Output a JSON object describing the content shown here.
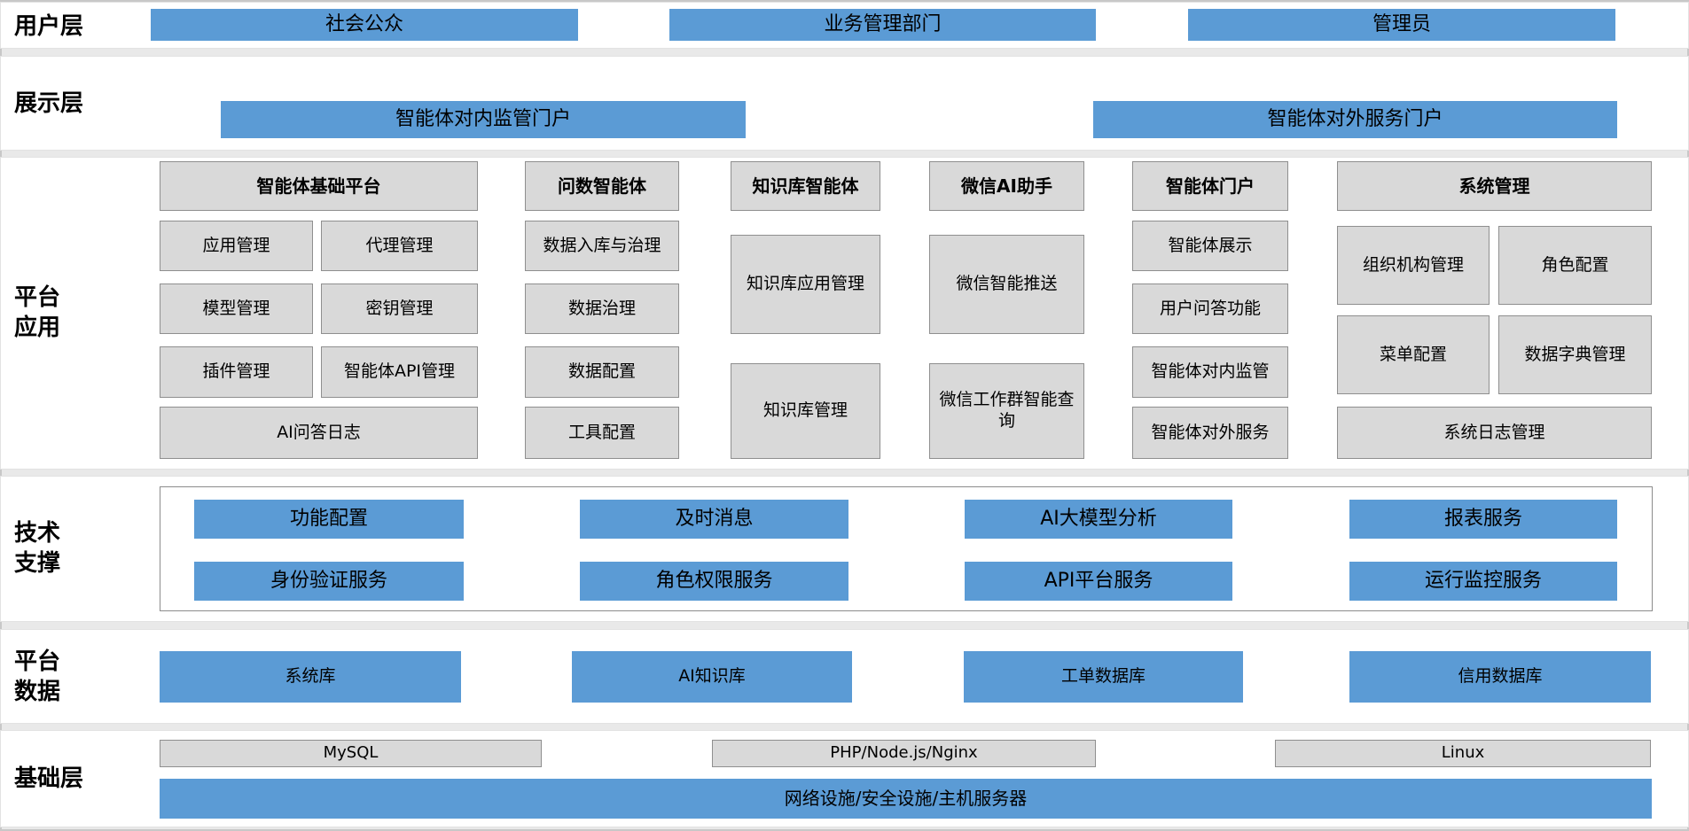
{
  "colors": {
    "blue": "#5b9bd5",
    "gray_box": "#d9d9d9",
    "band_background": "#ffffff",
    "page_background": "#e9e9e9"
  },
  "layers": {
    "user": {
      "label": "用户层",
      "items": [
        "社会公众",
        "业务管理部门",
        "管理员"
      ]
    },
    "display": {
      "label": "展示层",
      "items": [
        "智能体对内监管门户",
        "智能体对外服务门户"
      ]
    },
    "apps": {
      "label1": "平台",
      "label2": "应用",
      "groups": [
        {
          "title": "智能体基础平台",
          "items": [
            "应用管理",
            "代理管理",
            "模型管理",
            "密钥管理",
            "插件管理",
            "智能体API管理",
            "AI问答日志"
          ]
        },
        {
          "title": "问数智能体",
          "items": [
            "数据入库与治理",
            "数据治理",
            "数据配置",
            "工具配置"
          ]
        },
        {
          "title": "知识库智能体",
          "items": [
            "知识库应用管理",
            "知识库管理"
          ]
        },
        {
          "title": "微信AI助手",
          "items": [
            "微信智能推送",
            "微信工作群智能查询"
          ]
        },
        {
          "title": "智能体门户",
          "items": [
            "智能体展示",
            "用户问答功能",
            "智能体对内监管",
            "智能体对外服务"
          ]
        },
        {
          "title": "系统管理",
          "items": [
            "组织机构管理",
            "角色配置",
            "菜单配置",
            "数据字典管理",
            "系统日志管理"
          ]
        }
      ]
    },
    "tech": {
      "label1": "技术",
      "label2": "支撑",
      "items": [
        "功能配置",
        "及时消息",
        "AI大模型分析",
        "报表服务",
        "身份验证服务",
        "角色权限服务",
        "API平台服务",
        "运行监控服务"
      ]
    },
    "data": {
      "label1": "平台",
      "label2": "数据",
      "items": [
        "系统库",
        "AI知识库",
        "工单数据库",
        "信用数据库"
      ]
    },
    "infra": {
      "label": "基础层",
      "items": [
        "MySQL",
        "PHP/Node.js/Nginx",
        "Linux"
      ],
      "full": "网络设施/安全设施/主机服务器"
    }
  }
}
